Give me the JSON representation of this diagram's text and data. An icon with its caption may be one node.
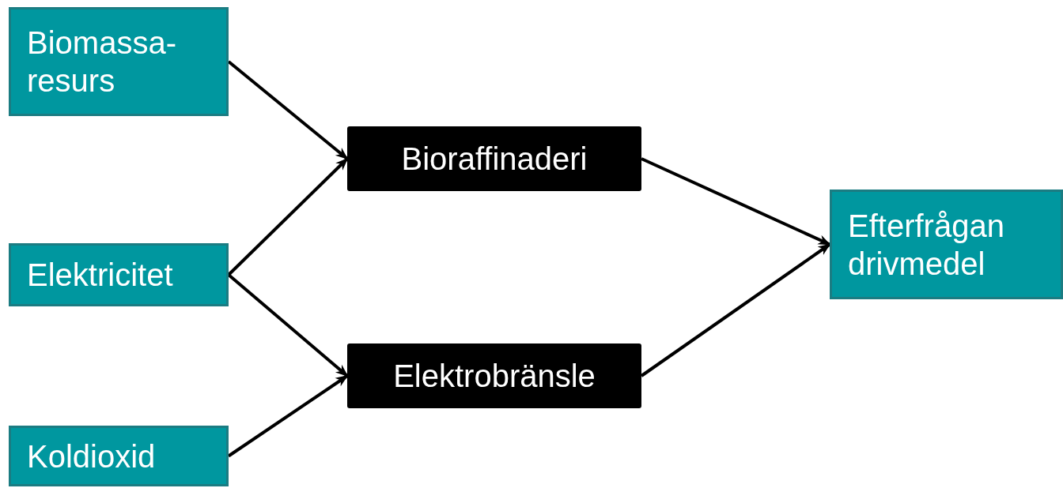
{
  "diagram": {
    "nodes": [
      {
        "text": [
          "Biomassa- resurs"
        ]
      },
      {
        "text": [
          "Elektricitet"
        ]
      },
      {
        "text": [
          "Koldioxid"
        ]
      },
      {
        "text": [
          "Bioraffinaderi"
        ]
      },
      {
        "text": [
          "Elektrobränsle"
        ]
      },
      {
        "text": [
          "Efterfrågan drivmedel"
        ]
      }
    ],
    "edges": [
      {
        "from": 0,
        "to": 3,
        "arrow": "to"
      },
      {
        "from": 1,
        "to": 3,
        "arrow": "to"
      },
      {
        "from": 1,
        "to": 4,
        "arrow": "to"
      },
      {
        "from": 2,
        "to": 4,
        "arrow": "to"
      },
      {
        "from": 3,
        "to": 5,
        "arrow": "to"
      },
      {
        "from": 4,
        "to": 5,
        "arrow": "to"
      }
    ]
  }
}
